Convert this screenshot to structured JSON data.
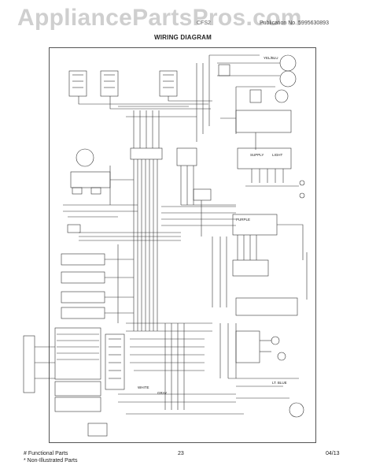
{
  "header": {
    "watermark": "AppliancePartsPros.com",
    "model_label": "CFS2",
    "publication_no": "Publication No. 5995630893",
    "title": "WIRING DIAGRAM"
  },
  "diagram": {
    "labels": {
      "yel_blu": "YEL/BLU",
      "lt_blue": "LT. BLUE",
      "purple": "PURPLE",
      "white": "WHITE",
      "gray": "GRAY",
      "supply": "SUPPLY",
      "light": "LIGHT"
    }
  },
  "footer": {
    "functional_parts": "# Functional Parts",
    "non_illustrated": "* Non-Illustrated Parts",
    "page_number": "23",
    "date": "04/13"
  }
}
